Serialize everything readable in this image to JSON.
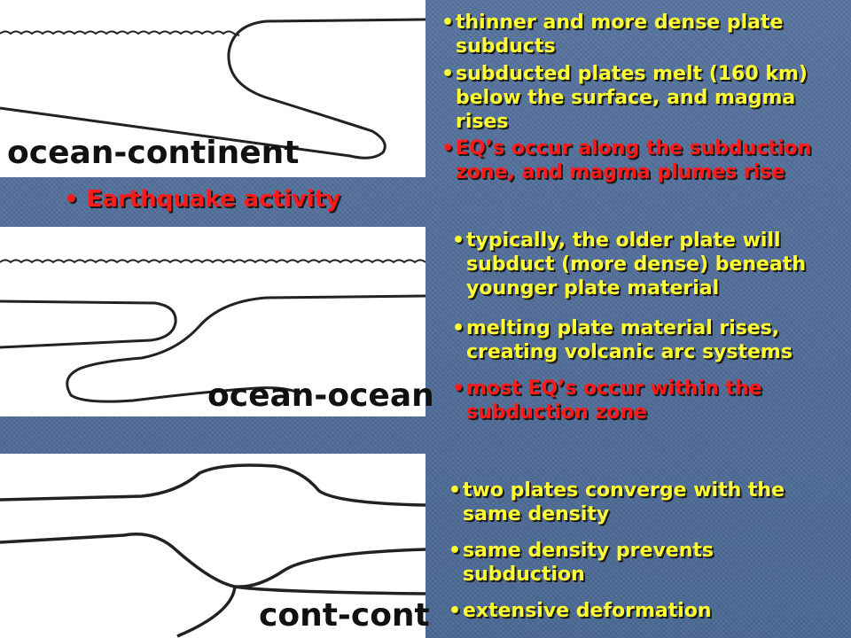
{
  "panels": {
    "ocean_continent": {
      "label": "ocean-continent"
    },
    "ocean_ocean": {
      "label": "ocean-ocean"
    },
    "cont_cont": {
      "label": "cont-cont"
    }
  },
  "earthquake_heading": "Earthquake activity",
  "colors": {
    "background": "#4f6d9a",
    "yellow_text": "#ffff33",
    "red_text": "#ff1a1a"
  },
  "bullets": {
    "ocean_continent": [
      {
        "text": "thinner and more dense plate subducts",
        "color": "yellow"
      },
      {
        "text": "subducted plates melt (160 km) below the surface, and magma rises",
        "color": "yellow"
      },
      {
        "text": "EQ’s occur along the subduction zone, and magma plumes rise",
        "color": "red"
      }
    ],
    "ocean_ocean": [
      {
        "text": "typically, the older plate will subduct (more dense) beneath younger plate material",
        "color": "yellow"
      },
      {
        "text": "melting plate material rises, creating volcanic arc systems",
        "color": "yellow"
      },
      {
        "text": "most EQ’s occur within the subduction zone",
        "color": "red"
      }
    ],
    "cont_cont": [
      {
        "text": "two plates converge with the same density",
        "color": "yellow"
      },
      {
        "text": "same density prevents subduction",
        "color": "yellow"
      },
      {
        "text": "extensive deformation",
        "color": "yellow"
      }
    ]
  }
}
